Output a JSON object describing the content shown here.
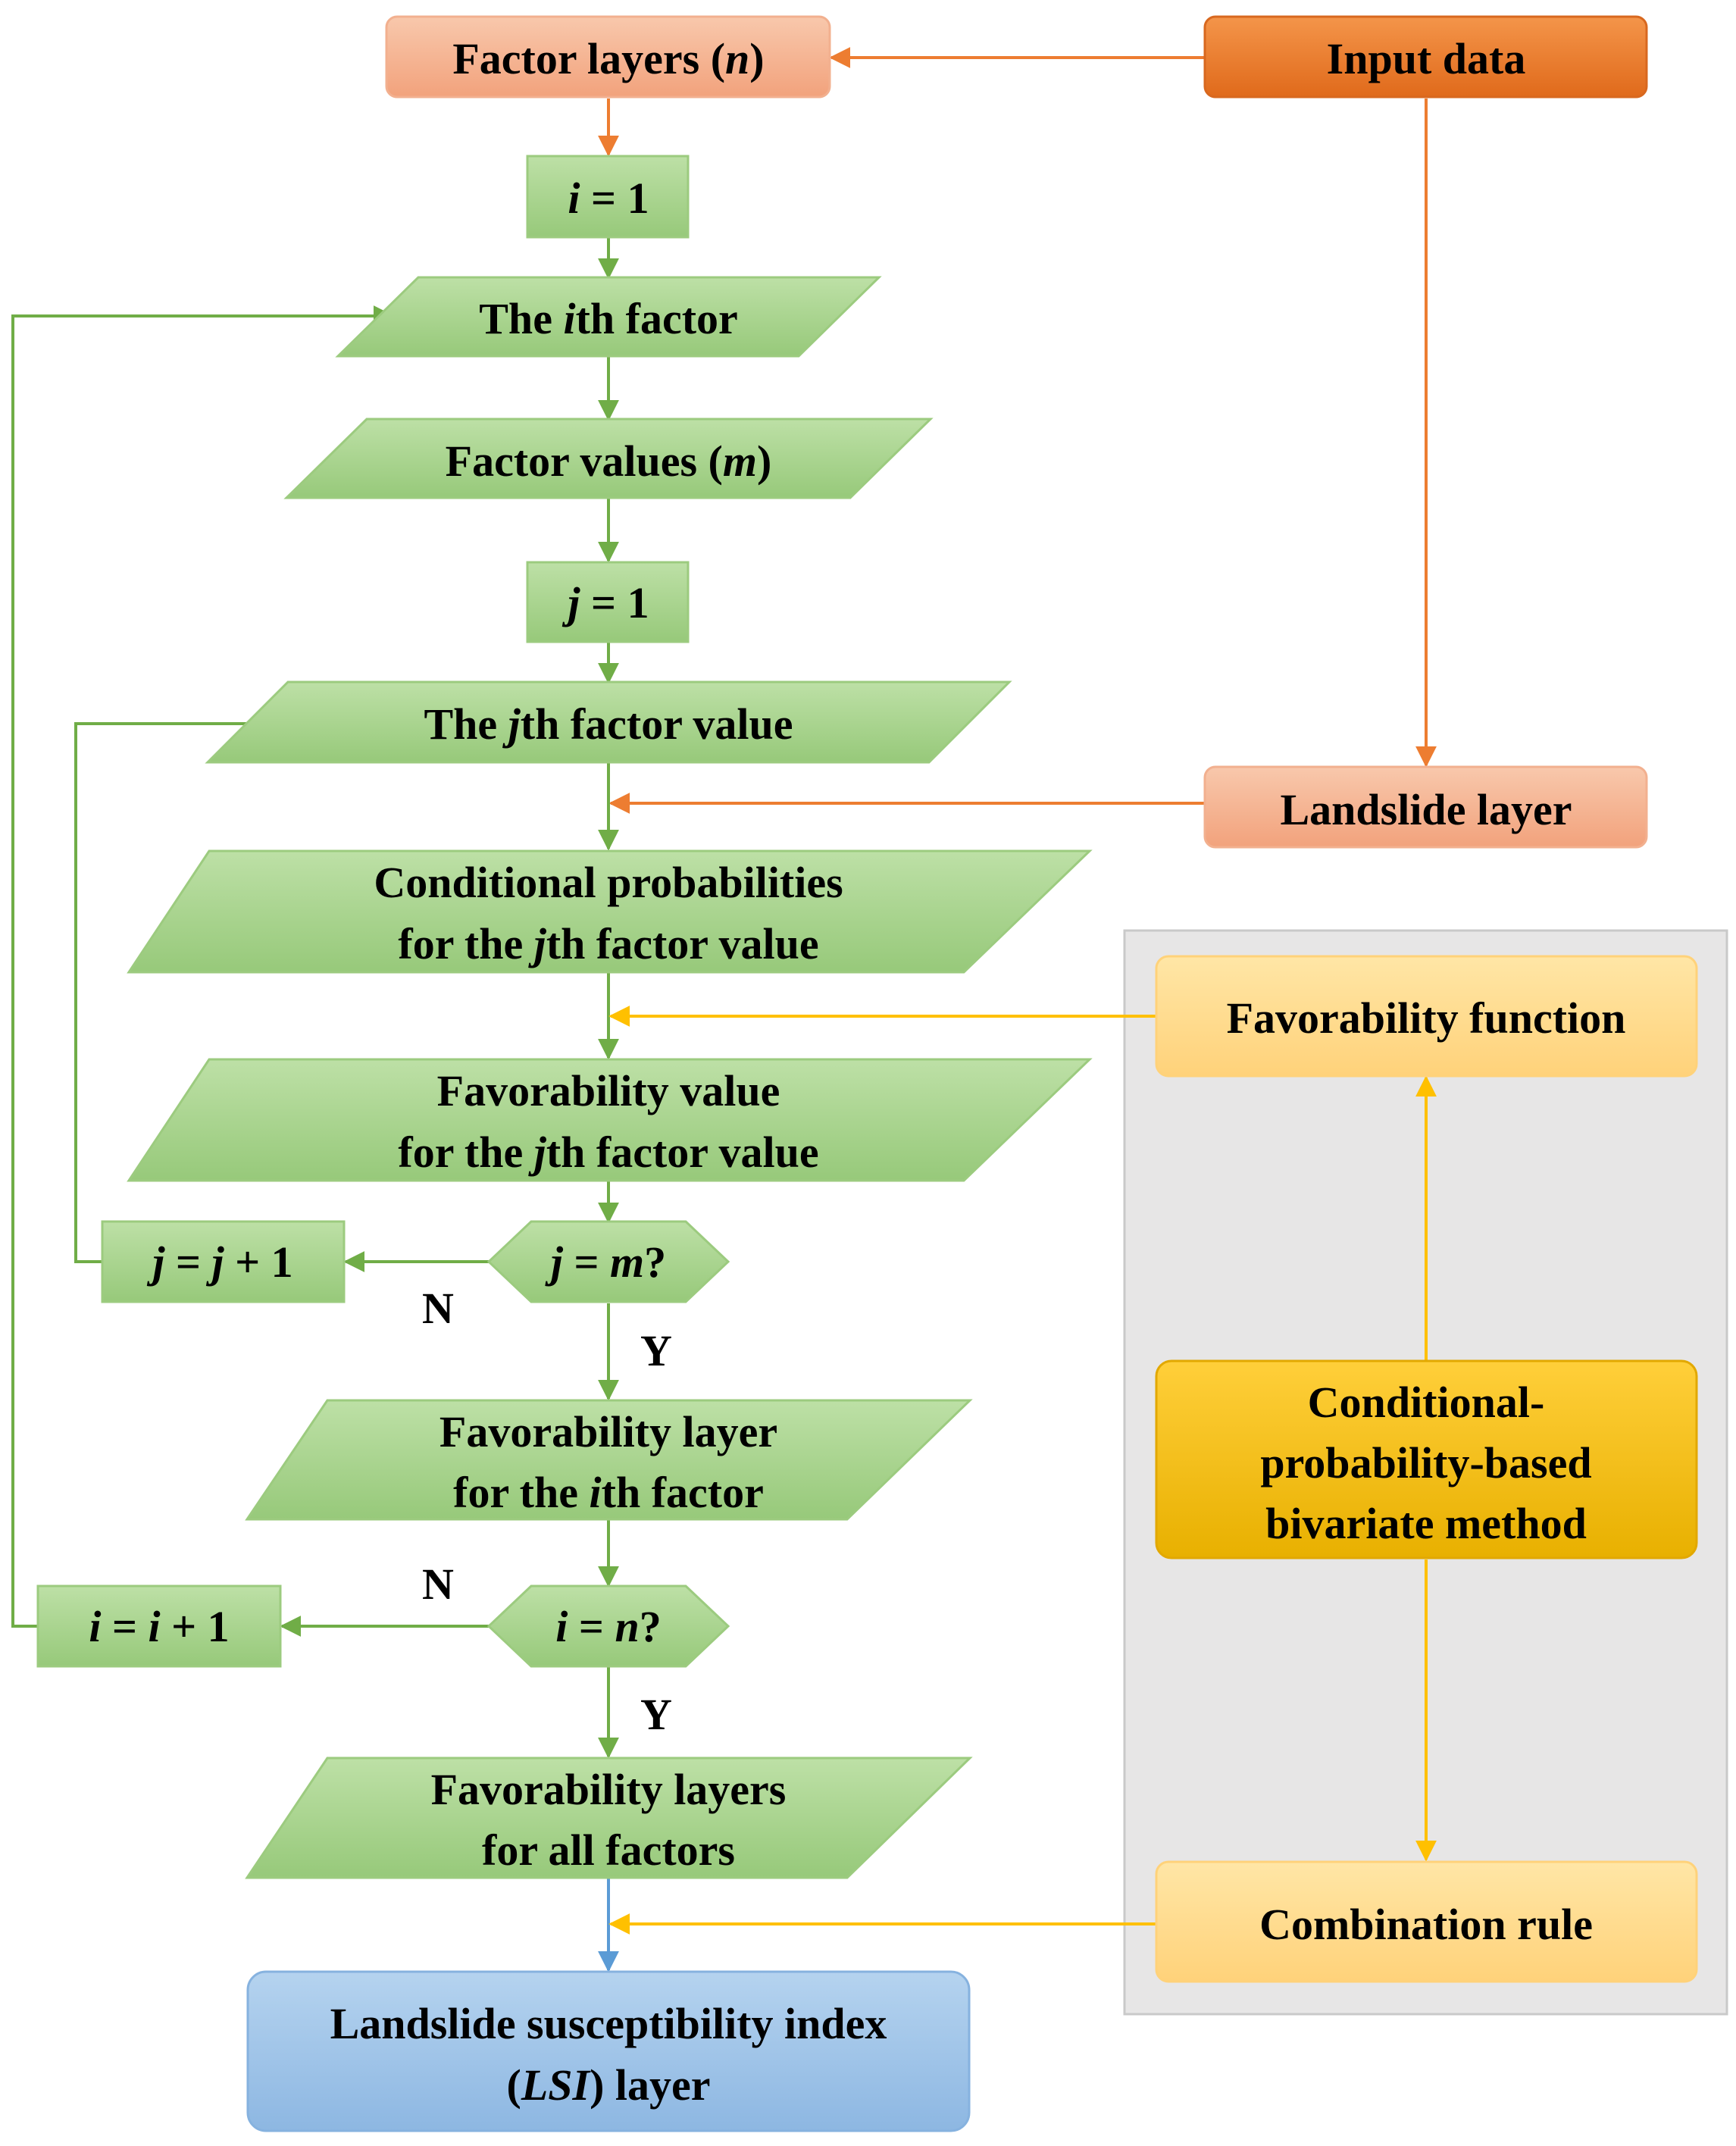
{
  "nodes": {
    "factor_layers": [
      "Factor layers (",
      "n",
      ")"
    ],
    "input_data": "Input data",
    "i_init": [
      "i",
      " = 1"
    ],
    "ith_factor": [
      "The ",
      "i",
      "th factor"
    ],
    "factor_values": [
      "Factor values (",
      "m",
      ")"
    ],
    "j_init": [
      "j",
      " = 1"
    ],
    "jth_value": [
      "The ",
      "j",
      "th factor value"
    ],
    "landslide_layer": "Landslide layer",
    "cond_prob_line1": "Conditional probabilities",
    "cond_prob_line2": [
      "for the ",
      "j",
      "th factor value"
    ],
    "fav_function": "Favorability function",
    "fav_value_line1": "Favorability value",
    "fav_value_line2": [
      "for the ",
      "j",
      "th factor value"
    ],
    "j_inc": [
      "j",
      " = ",
      "j",
      " + 1"
    ],
    "j_check": [
      "j",
      " = ",
      "m",
      "?"
    ],
    "fav_layer_line1": "Favorability layer",
    "fav_layer_line2": [
      "for the ",
      "i",
      "th factor"
    ],
    "method_line1": "Conditional-",
    "method_line2": "probability-based",
    "method_line3": "bivariate method",
    "i_inc": [
      "i",
      " = ",
      "i",
      " + 1"
    ],
    "i_check": [
      "i",
      " = ",
      "n",
      "?"
    ],
    "fav_layers_line1": "Favorability layers",
    "fav_layers_line2": "for all factors",
    "combination_rule": "Combination rule",
    "lsi_line1": "Landslide susceptibility index",
    "lsi_line2": [
      "(",
      "LSI",
      ") layer"
    ]
  },
  "branch_labels": {
    "no_j": "N",
    "yes_j": "Y",
    "no_i": "N",
    "yes_i": "Y"
  },
  "colors": {
    "green_fill": "#a9d18e",
    "green_line": "#70ad47",
    "orange_light": "#f4b183",
    "orange_dark": "#ed7d31",
    "orange_line": "#ed7d31",
    "yellow_light": "#ffd966",
    "yellow_dark": "#ffc000",
    "yellow_line": "#ffc000",
    "blue_fill": "#9dc3e6",
    "blue_line": "#5b9bd5",
    "panel_gray": "#e7e6e6"
  }
}
